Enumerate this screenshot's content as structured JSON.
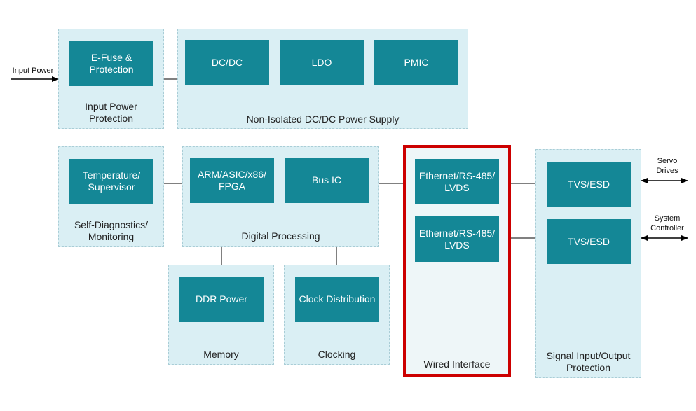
{
  "diagram": {
    "colors": {
      "group_fill": "#daeff4",
      "block_fill": "#148796",
      "highlight_border": "#cc0000",
      "highlight_fill": "#eef6f8"
    },
    "external": {
      "input_power": "Input Power",
      "servo_drives": "Servo\nDrives",
      "system_controller": "System\nController"
    },
    "groups": {
      "input_protection": {
        "label": "Input Power\nProtection",
        "blocks": [
          "E-Fuse &\nProtection"
        ]
      },
      "power_supply": {
        "label": "Non-Isolated DC/DC Power Supply",
        "blocks": [
          "DC/DC",
          "LDO",
          "PMIC"
        ]
      },
      "self_diagnostics": {
        "label": "Self-Diagnostics/\nMonitoring",
        "blocks": [
          "Temperature/\nSupervisor"
        ]
      },
      "digital_processing": {
        "label": "Digital Processing",
        "blocks": [
          "ARM/ASIC/x86/\nFPGA",
          "Bus IC"
        ]
      },
      "memory": {
        "label": "Memory",
        "blocks": [
          "DDR Power"
        ]
      },
      "clocking": {
        "label": "Clocking",
        "blocks": [
          "Clock Distribution"
        ]
      },
      "wired_interface": {
        "label": "Wired Interface",
        "blocks": [
          "Ethernet/RS-485/\nLVDS",
          "Ethernet/RS-485/\nLVDS"
        ],
        "highlighted": true
      },
      "signal_protection": {
        "label": "Signal Input/Output\nProtection",
        "blocks": [
          "TVS/ESD",
          "TVS/ESD"
        ]
      }
    }
  }
}
